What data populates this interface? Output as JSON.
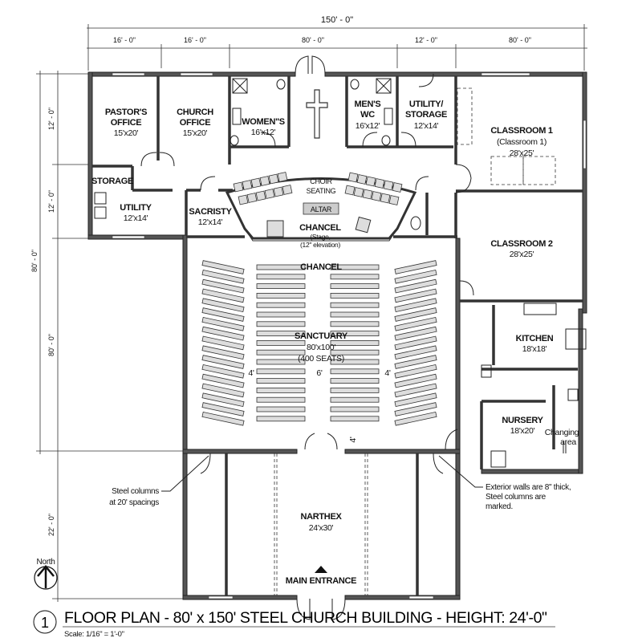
{
  "dimensions": {
    "overall_width": "150' - 0\"",
    "top_segments": [
      "16' - 0\"",
      "16' - 0\"",
      "80' - 0\"",
      "12' - 0\"",
      "80' - 0\""
    ],
    "left_segments": [
      "12' - 0\"",
      "12' - 0\"",
      "80' - 0\"",
      "22' - 0\""
    ],
    "overall_depth": "80' - 0\""
  },
  "rooms": {
    "pastors_office": [
      "PASTOR'S",
      "OFFICE",
      "15'x20'"
    ],
    "church_office": [
      "CHURCH",
      "OFFICE",
      "15'x20'"
    ],
    "womens": [
      "WOMEN''S",
      "16'x12'"
    ],
    "mens": [
      "MEN'S",
      "WC",
      "16'x12'"
    ],
    "utility_storage": [
      "UTILITY/",
      "STORAGE",
      "12'x14'"
    ],
    "classroom1": [
      "CLASSROOM 1",
      "(Classroom 1)",
      "28'x25'"
    ],
    "storage": [
      "STORAGE"
    ],
    "utility": [
      "UTILITY",
      "12'x14'"
    ],
    "sacristy": [
      "SACRISTY",
      "12'x14'"
    ],
    "choir": [
      "CHOIR",
      "SEATING"
    ],
    "altar": [
      "ALTAR"
    ],
    "chancel_stage": [
      "CHANCEL",
      "(Stage,",
      "(12\" elevation)"
    ],
    "classroom2": [
      "CLASSROOM 2",
      "28'x25'"
    ],
    "chancel": [
      "CHANCEL"
    ],
    "sanctuary": [
      "SANCTUARY",
      "80'x100'",
      "(400 SEATS)"
    ],
    "kitchen": [
      "KITCHEN",
      "18'x18'"
    ],
    "nursery": [
      "NURSERY",
      "18'x20'"
    ],
    "changing": [
      "Changing",
      "area"
    ],
    "narthex": [
      "NARTHEX",
      "24'x30'"
    ]
  },
  "aisles": [
    "4'",
    "6'",
    "4'",
    "4'"
  ],
  "annotations": {
    "columns": [
      "Steel columns",
      "at 20' spacings"
    ],
    "walls": [
      "Exterior walls are 8\" thick,",
      "Steel columns are",
      "marked."
    ]
  },
  "north_label": "North",
  "main_entrance": "MAIN ENTRANCE",
  "title": {
    "number": "1",
    "text": "FLOOR PLAN - 80' x 150' STEEL CHURCH BUILDING - HEIGHT: 24'-0\"",
    "scale": "Scale: 1/16\" = 1'-0\""
  }
}
